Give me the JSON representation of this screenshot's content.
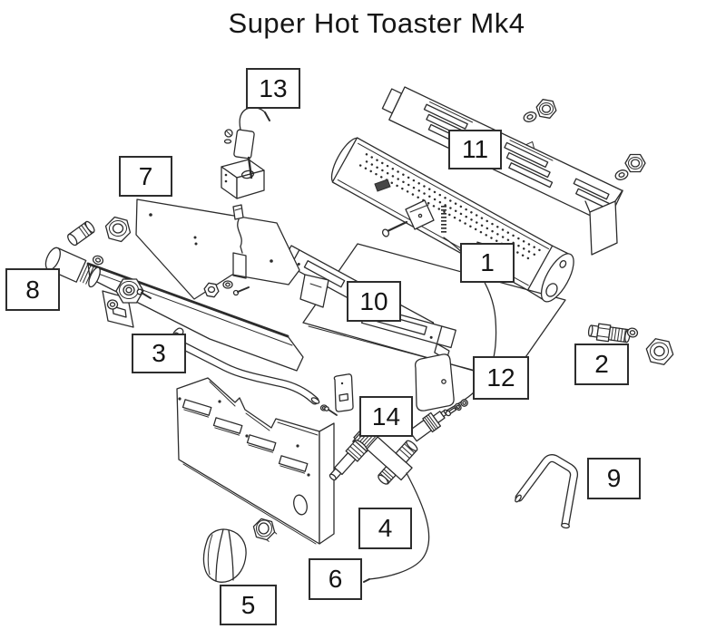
{
  "title": "Super Hot Toaster Mk4",
  "style": {
    "background": "#ffffff",
    "line_color": "#2c2c2c",
    "text_color": "#161616",
    "callout_border": "#2d2d2d"
  },
  "callouts": [
    {
      "label": "1"
    },
    {
      "label": "2"
    },
    {
      "label": "3"
    },
    {
      "label": "4"
    },
    {
      "label": "5"
    },
    {
      "label": "6"
    },
    {
      "label": "7"
    },
    {
      "label": "8"
    },
    {
      "label": "9"
    },
    {
      "label": "10"
    },
    {
      "label": "11"
    },
    {
      "label": "12"
    },
    {
      "label": "13"
    },
    {
      "label": "14"
    }
  ]
}
